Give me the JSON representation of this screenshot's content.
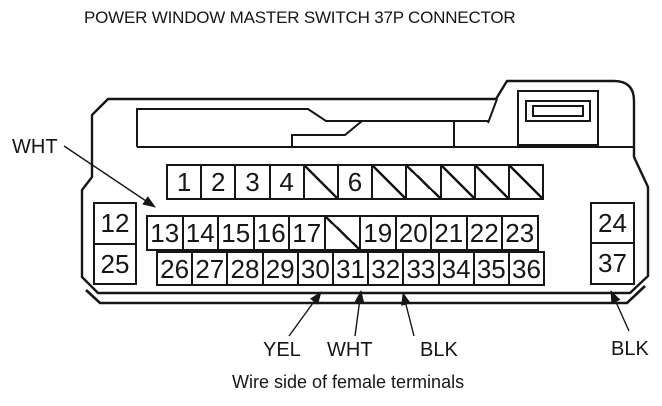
{
  "title": "POWER WINDOW MASTER SWITCH 37P CONNECTOR",
  "caption": "Wire side of female terminals",
  "connector": {
    "name": "37P connector pin grid",
    "top_row": [
      "1",
      "2",
      "3",
      "4",
      null,
      "6",
      null,
      null,
      null,
      null,
      null
    ],
    "middle_row": [
      "13",
      "14",
      "15",
      "16",
      "17",
      null,
      "19",
      "20",
      "21",
      "22",
      "23"
    ],
    "bottom_row": [
      "26",
      "27",
      "28",
      "29",
      "30",
      "31",
      "32",
      "33",
      "34",
      "35",
      "36"
    ],
    "left_column": [
      "12",
      "25"
    ],
    "right_column": [
      "24",
      "37"
    ]
  },
  "wire_labels": {
    "pin13": "WHT",
    "pin30": "YEL",
    "pin31": "WHT",
    "pin32": "BLK",
    "pin37": "BLK"
  },
  "colors": {
    "line": "#161616",
    "background": "#ffffff"
  }
}
